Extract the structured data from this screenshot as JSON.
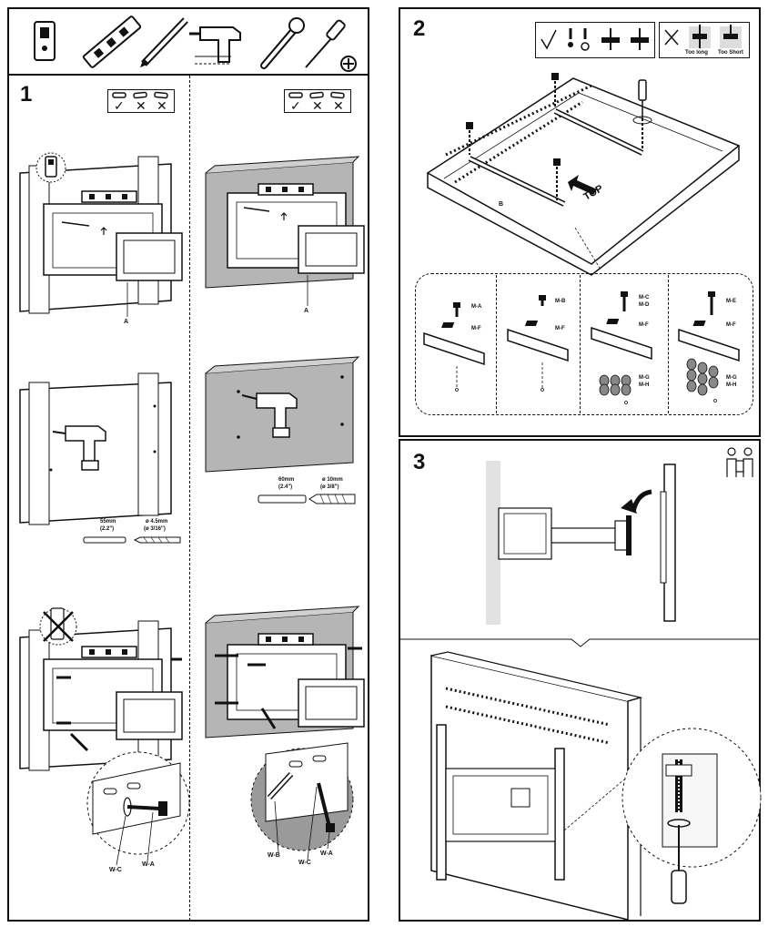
{
  "tools_row": {
    "items": [
      "stud-finder-icon",
      "level-icon",
      "pencil-icon",
      "drill-icon",
      "wrench-icon",
      "screwdriver-icon"
    ]
  },
  "step1": {
    "number": "1",
    "level_check": [
      "✓",
      "✕",
      "✕"
    ],
    "label_a_left": "A",
    "label_a_right": "A",
    "wood_drill": {
      "length": "55mm",
      "length_in": "(2.2\")",
      "bit": "ø 4.5mm",
      "bit_in": "(ø 3/16\")"
    },
    "concrete_drill": {
      "length": "60mm",
      "length_in": "(2.4\")",
      "bit": "ø 10mm",
      "bit_in": "(ø 3/8\")"
    },
    "wood_labels": {
      "washer": "W-C",
      "bolt": "W-A"
    },
    "concrete_labels": {
      "anchor": "W-B",
      "washer": "W-C",
      "bolt": "W-A"
    }
  },
  "step2": {
    "number": "2",
    "too_long": "Too long",
    "too_short": "Too Short",
    "top_label": "TOP",
    "label_b": "B",
    "details": [
      {
        "screw": "M-A",
        "spacer": "M-F"
      },
      {
        "screw": "M-B",
        "spacer": "M-F"
      },
      {
        "screw": "M-C",
        "screw2": "M-D",
        "spacer": "M-F",
        "washer1": "M-G",
        "washer2": "M-H"
      },
      {
        "screw": "M-E",
        "spacer": "M-F",
        "washer1": "M-G",
        "washer2": "M-H"
      }
    ]
  },
  "step3": {
    "number": "3"
  }
}
